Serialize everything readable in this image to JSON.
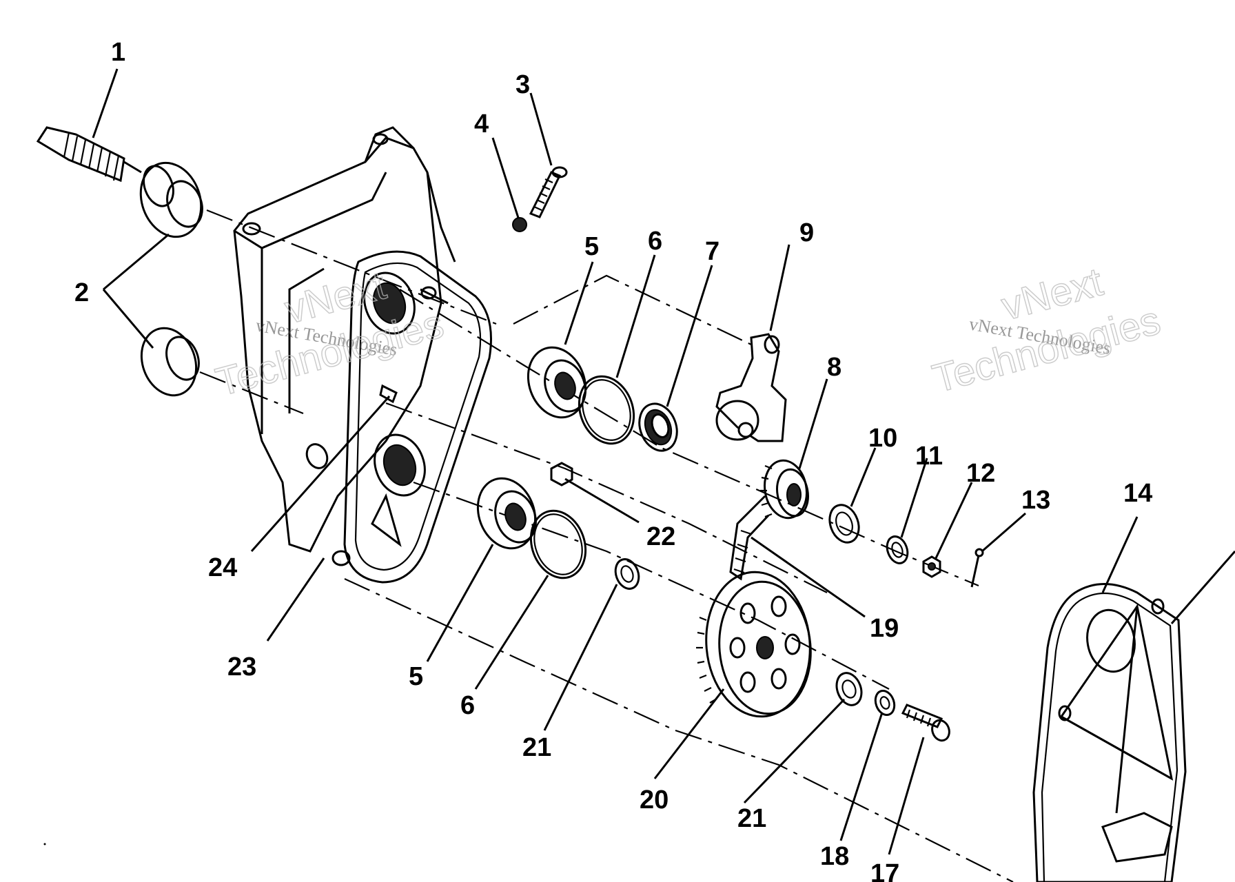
{
  "diagram": {
    "callouts": [
      {
        "id": "c1",
        "text": "1"
      },
      {
        "id": "c2",
        "text": "2"
      },
      {
        "id": "c3",
        "text": "3"
      },
      {
        "id": "c4",
        "text": "4"
      },
      {
        "id": "c5a",
        "text": "5"
      },
      {
        "id": "c6a",
        "text": "6"
      },
      {
        "id": "c7",
        "text": "7"
      },
      {
        "id": "c9",
        "text": "9"
      },
      {
        "id": "c8",
        "text": "8"
      },
      {
        "id": "c10",
        "text": "10"
      },
      {
        "id": "c11",
        "text": "11"
      },
      {
        "id": "c12",
        "text": "12"
      },
      {
        "id": "c13",
        "text": "13"
      },
      {
        "id": "c14",
        "text": "14"
      },
      {
        "id": "c22",
        "text": "22"
      },
      {
        "id": "c24",
        "text": "24"
      },
      {
        "id": "c19",
        "text": "19"
      },
      {
        "id": "c23",
        "text": "23"
      },
      {
        "id": "c5b",
        "text": "5"
      },
      {
        "id": "c6b",
        "text": "6"
      },
      {
        "id": "c21a",
        "text": "21"
      },
      {
        "id": "c20",
        "text": "20"
      },
      {
        "id": "c21b",
        "text": "21"
      },
      {
        "id": "c18",
        "text": "18"
      },
      {
        "id": "c17",
        "text": "17"
      }
    ],
    "watermarks": {
      "left_small": "vNext Technologies",
      "left_big_1": "vNext",
      "left_big_2": "Technologies",
      "right_small": "vNext Technologies",
      "right_big_1": "vNext",
      "right_big_2": "Technologies"
    }
  }
}
